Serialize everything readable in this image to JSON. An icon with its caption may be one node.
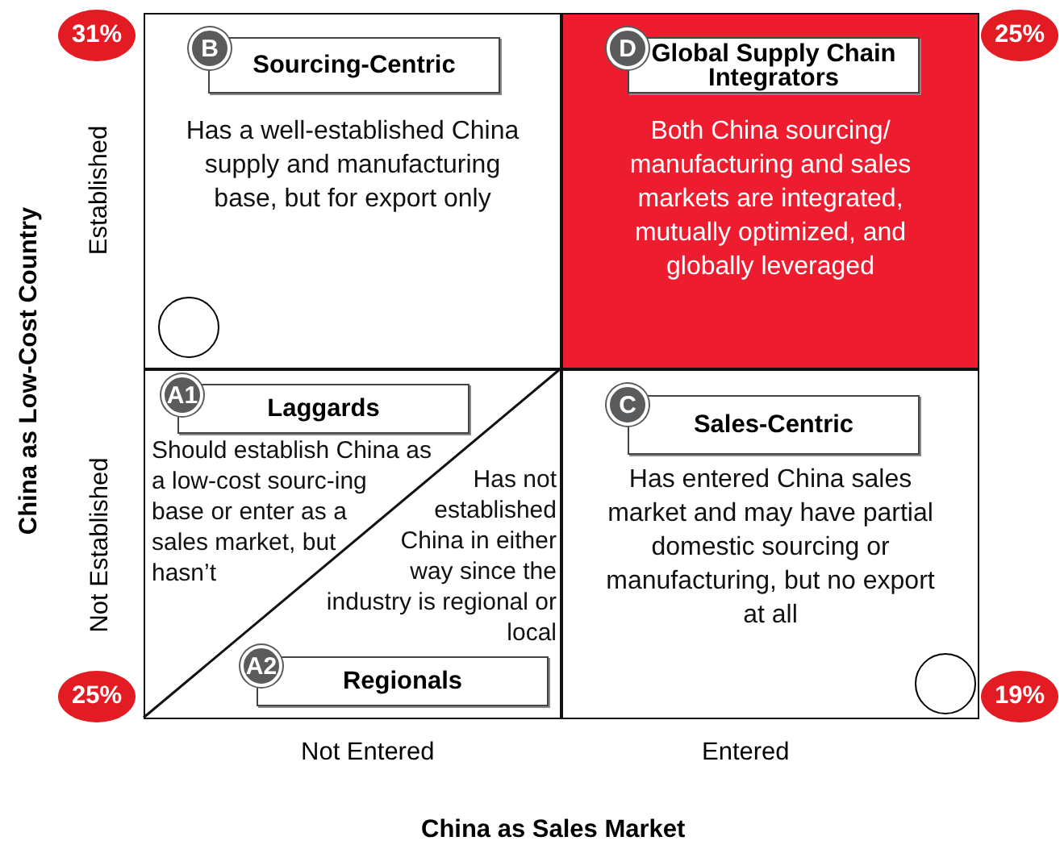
{
  "diagram": {
    "nodes": [
      {
        "text": [
          "Has a well-established China supply and manufacturing base, but for export only"
        ]
      },
      {
        "text": [
          "B"
        ],
        "in": 0
      },
      {
        "text": [
          "Sourcing-Centric"
        ],
        "in": 0
      },
      {
        "text": [],
        "shape": "circle",
        "in": 0
      },
      {
        "text": [
          "Both China sourcing/ manufacturing and sales markets are integrated, mutually optimized, and globally leveraged"
        ]
      },
      {
        "text": [
          "D"
        ],
        "in": 4
      },
      {
        "text": [
          "Global Supply Chain Integrators"
        ],
        "in": 4
      },
      {
        "text": [
          "Should establish China as a low-cost sourc-ing base or enter as a sales market, but hasn’t",
          "Has not established China in either way since the industry is regional or local"
        ]
      },
      {
        "text": [
          "A1"
        ],
        "in": 7
      },
      {
        "text": [
          "Laggards"
        ],
        "in": 7
      },
      {
        "text": [
          "A2"
        ],
        "in": 7
      },
      {
        "text": [
          "Regionals"
        ],
        "in": 7
      },
      {
        "text": [
          "Has entered China sales market and may have partial domestic sourcing or manufacturing, but no export at all"
        ]
      },
      {
        "text": [
          "C"
        ],
        "in": 12
      },
      {
        "text": [
          "Sales-Centric"
        ],
        "in": 12
      },
      {
        "text": [],
        "shape": "circle",
        "in": 12
      },
      {
        "text": [
          "31%"
        ]
      },
      {
        "text": [
          "25%"
        ]
      },
      {
        "text": [
          "25%"
        ]
      },
      {
        "text": [
          "19%"
        ]
      }
    ],
    "edges": [],
    "labels": [
      "Established",
      "Not Established",
      "China as Low-Cost Country",
      "Not Entered",
      "Entered",
      "China as Sales Market"
    ]
  }
}
